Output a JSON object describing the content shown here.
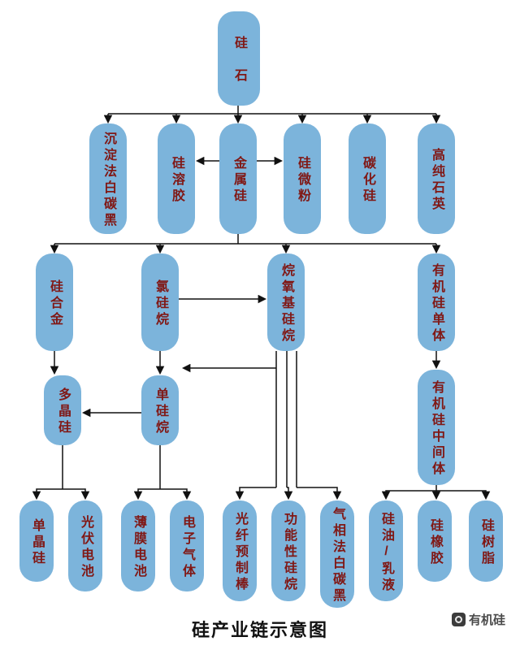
{
  "title": "硅产业链示意图",
  "watermark": "有机硅",
  "colors": {
    "box_fill": "#7cb4db",
    "label_text": "#801815",
    "arrow": "#111111",
    "background": "#ffffff"
  },
  "nodes": {
    "silica": {
      "label": "硅石"
    },
    "precipitated_silica": {
      "label": "沉淀法白碳黑"
    },
    "silica_sol": {
      "label": "硅溶胶"
    },
    "metallic_silicon": {
      "label": "金属硅"
    },
    "silicon_micropowder": {
      "label": "硅微粉"
    },
    "silicon_carbide": {
      "label": "碳化硅"
    },
    "high_purity_quartz": {
      "label": "高纯石英"
    },
    "silicon_alloy": {
      "label": "硅合金"
    },
    "chlorosilane": {
      "label": "氯硅烷"
    },
    "alkoxysilane": {
      "label": "烷氧基硅烷"
    },
    "organosilicon_monomer": {
      "label": "有机硅单体"
    },
    "polysilicon": {
      "label": "多晶硅"
    },
    "monosilane": {
      "label": "单硅烷"
    },
    "organosilicon_intermediate": {
      "label": "有机硅中间体"
    },
    "monocrystalline_silicon": {
      "label": "单晶硅"
    },
    "photovoltaic_cell": {
      "label": "光伏电池"
    },
    "thin_film_cell": {
      "label": "薄膜电池"
    },
    "electronic_gas": {
      "label": "电子气体"
    },
    "optical_fiber_preform": {
      "label": "光纤预制棒"
    },
    "functional_silane": {
      "label": "功能性硅烷"
    },
    "fumed_silica": {
      "label": "气相法白碳黑"
    },
    "silicone_oil_emulsion": {
      "label": "硅油/乳液"
    },
    "silicone_rubber": {
      "label": "硅橡胶"
    },
    "silicone_resin": {
      "label": "硅树脂"
    }
  },
  "edges": [
    {
      "from": "硅石",
      "to": "沉淀法白碳黑"
    },
    {
      "from": "硅石",
      "to": "硅溶胶"
    },
    {
      "from": "硅石",
      "to": "金属硅"
    },
    {
      "from": "硅石",
      "to": "硅微粉"
    },
    {
      "from": "硅石",
      "to": "碳化硅"
    },
    {
      "from": "硅石",
      "to": "高纯石英"
    },
    {
      "from": "金属硅",
      "to": "硅溶胶"
    },
    {
      "from": "金属硅",
      "to": "硅微粉"
    },
    {
      "from": "金属硅",
      "to": "硅合金"
    },
    {
      "from": "金属硅",
      "to": "氯硅烷"
    },
    {
      "from": "金属硅",
      "to": "烷氧基硅烷"
    },
    {
      "from": "金属硅",
      "to": "有机硅单体"
    },
    {
      "from": "氯硅烷",
      "to": "烷氧基硅烷"
    },
    {
      "from": "氯硅烷",
      "to": "单硅烷"
    },
    {
      "from": "硅合金",
      "to": "多晶硅"
    },
    {
      "from": "烷氧基硅烷",
      "to": "单硅烷"
    },
    {
      "from": "单硅烷",
      "to": "多晶硅"
    },
    {
      "from": "有机硅单体",
      "to": "有机硅中间体"
    },
    {
      "from": "多晶硅",
      "to": "单晶硅"
    },
    {
      "from": "多晶硅",
      "to": "光伏电池"
    },
    {
      "from": "单硅烷",
      "to": "薄膜电池"
    },
    {
      "from": "单硅烷",
      "to": "电子气体"
    },
    {
      "from": "烷氧基硅烷",
      "to": "光纤预制棒"
    },
    {
      "from": "烷氧基硅烷",
      "to": "功能性硅烷"
    },
    {
      "from": "烷氧基硅烷",
      "to": "气相法白碳黑"
    },
    {
      "from": "有机硅中间体",
      "to": "硅油/乳液"
    },
    {
      "from": "有机硅中间体",
      "to": "硅橡胶"
    },
    {
      "from": "有机硅中间体",
      "to": "硅树脂"
    }
  ]
}
